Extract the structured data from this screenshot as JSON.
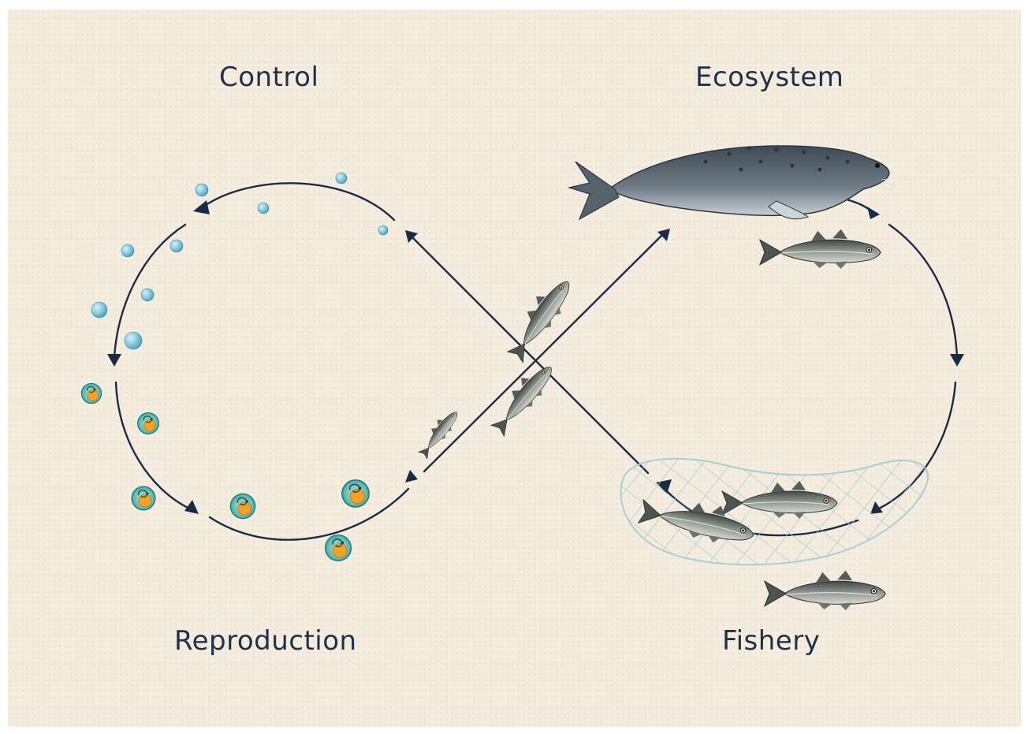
{
  "labels": {
    "control": "Control",
    "ecosystem": "Ecosystem",
    "reproduction": "Reproduction",
    "fishery": "Fishery"
  },
  "stages": [
    "Control",
    "Ecosystem",
    "Fishery",
    "Reproduction"
  ],
  "illustrations": [
    "seal",
    "fish",
    "fish-eggs",
    "larvae",
    "fishing-net",
    "water-drops"
  ],
  "colors": {
    "background": "#f4ecdf",
    "arrow": "#1b2b44",
    "text": "#1f3049",
    "net": "#a8cfd2",
    "fish": "#6c7270",
    "seal": "#55636d",
    "egg": "#3fa7a3",
    "yolk": "#f2a22a",
    "drop": "#7cc3d5"
  }
}
